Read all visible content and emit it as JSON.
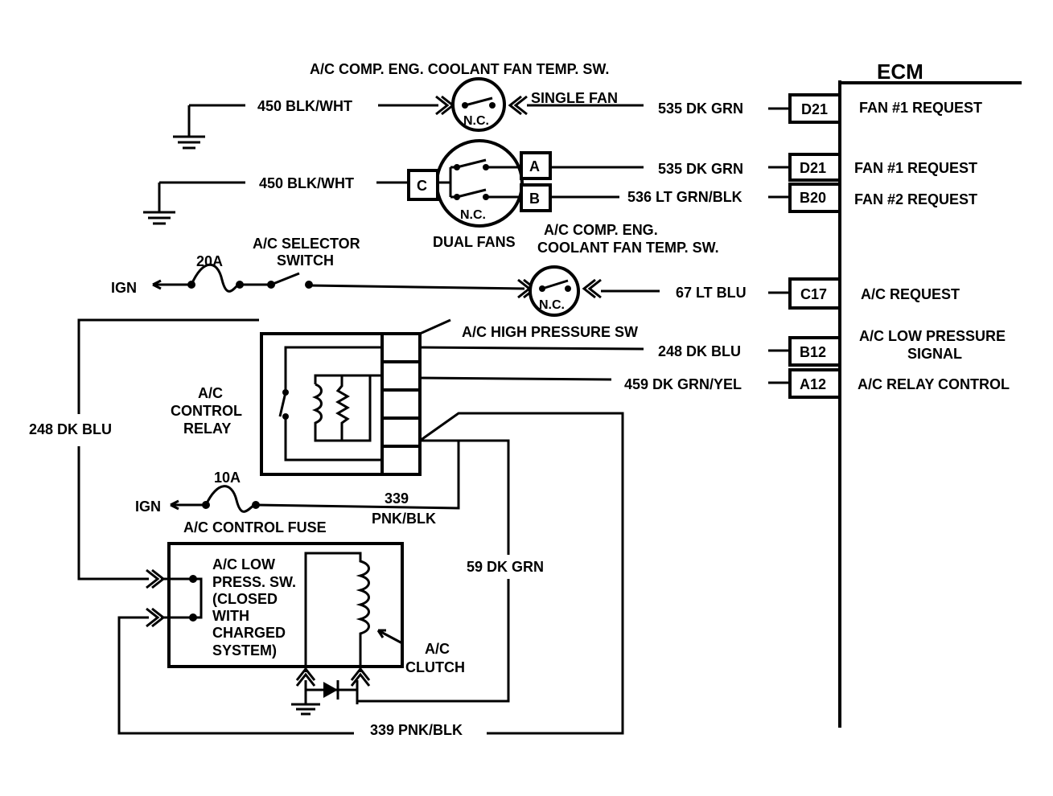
{
  "ecm": {
    "title": "ECM",
    "pins": [
      {
        "pin": "D21",
        "function": "FAN #1 REQUEST"
      },
      {
        "pin": "D21",
        "function": "FAN #1 REQUEST"
      },
      {
        "pin": "B20",
        "function": "FAN #2 REQUEST"
      },
      {
        "pin": "C17",
        "function": "A/C REQUEST"
      },
      {
        "pin": "B12",
        "function_line1": "A/C LOW PRESSURE",
        "function_line2": "SIGNAL"
      },
      {
        "pin": "A12",
        "function": "A/C RELAY CONTROL"
      }
    ]
  },
  "wires": {
    "w450_single": "450 BLK/WHT",
    "w450_dual": "450 BLK/WHT",
    "w535_single": "535  DK GRN",
    "w535_dual": "535  DK GRN",
    "w536": "536  LT GRN/BLK",
    "w67": "67  LT BLU",
    "w248_ecm": "248  DK BLU",
    "w459": "459  DK GRN/YEL",
    "w248_left": "248  DK BLU",
    "w339_num": "339",
    "w339_color": "PNK/BLK",
    "w59": "59  DK GRN",
    "w339_bottom": "339 PNK/BLK"
  },
  "components": {
    "temp_sw_title": "A/C COMP. ENG. COOLANT FAN TEMP. SW.",
    "single_fan": "SINGLE FAN",
    "nc": "N.C.",
    "conn_c": "C",
    "conn_a": "A",
    "conn_b": "B",
    "dual_fans": "DUAL FANS",
    "temp_sw2_line1": "A/C COMP. ENG.",
    "temp_sw2_line2": "COOLANT FAN TEMP. SW.",
    "selector_line1": "A/C SELECTOR",
    "selector_line2": "SWITCH",
    "fuse_20a": "20A",
    "ign": "IGN",
    "high_pressure_sw": "A/C HIGH PRESSURE SW",
    "relay_line1": "A/C",
    "relay_line2": "CONTROL",
    "relay_line3": "RELAY",
    "fuse_10a": "10A",
    "control_fuse": "A/C CONTROL FUSE",
    "low_press_lines": [
      "A/C LOW",
      "PRESS. SW.",
      "(CLOSED",
      "WITH",
      "CHARGED",
      "SYSTEM)"
    ],
    "clutch_line1": "A/C",
    "clutch_line2": "CLUTCH"
  }
}
